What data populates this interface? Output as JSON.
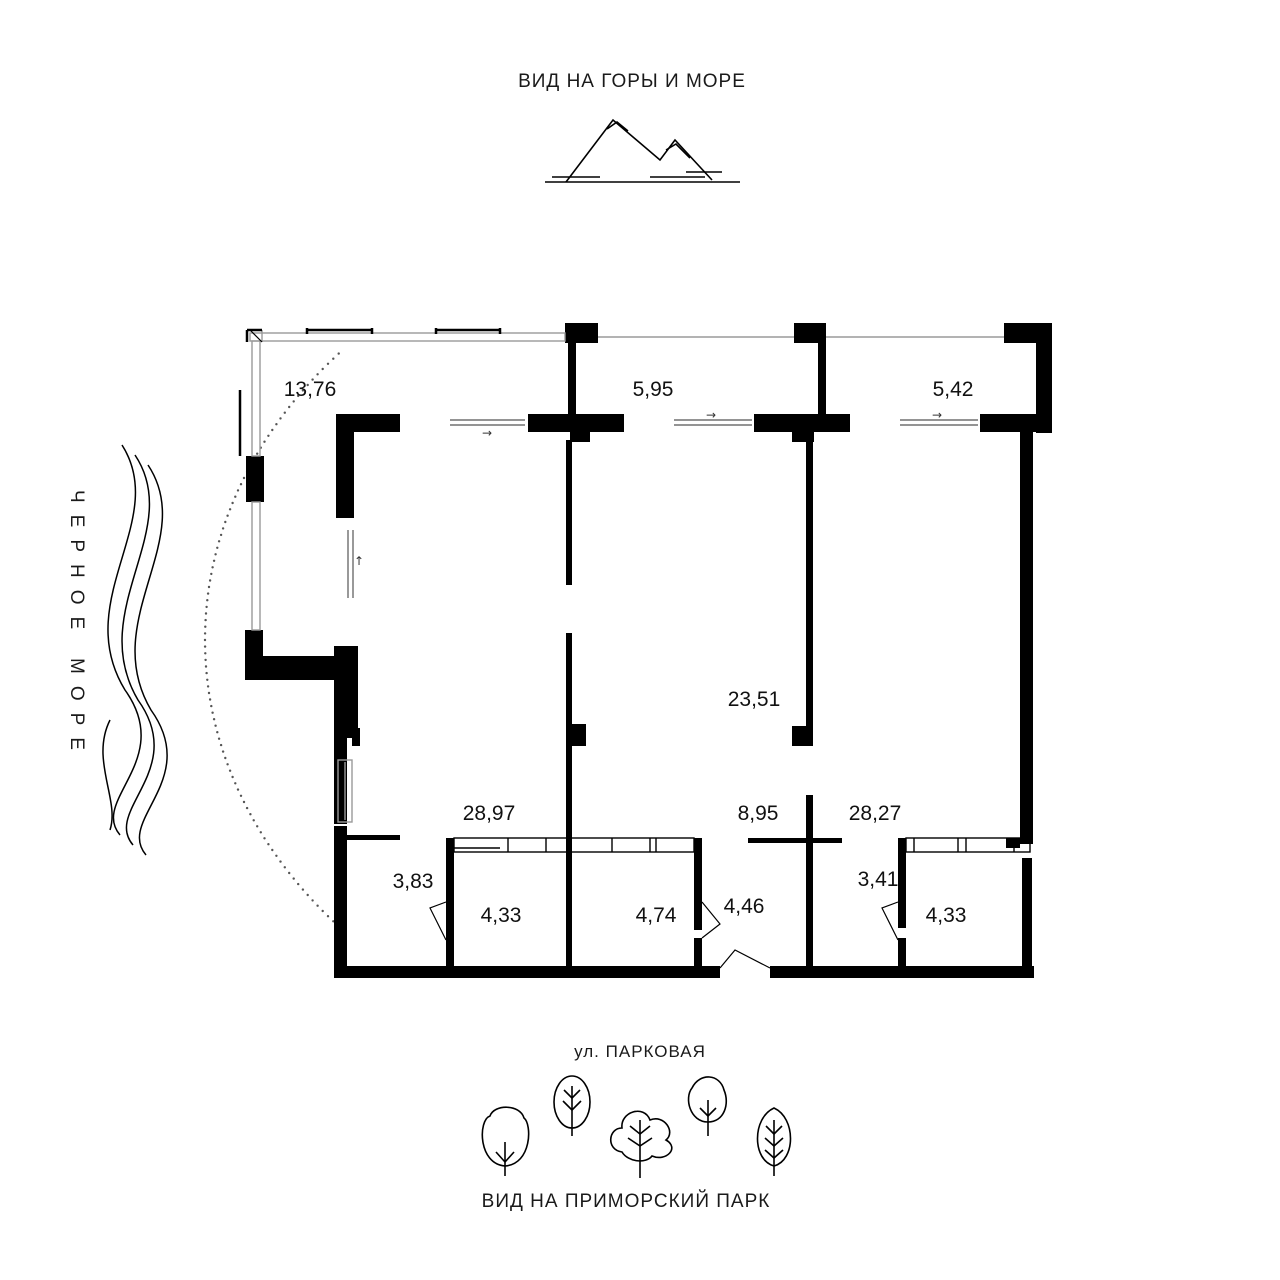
{
  "captions": {
    "top_view": "ВИД НА ГОРЫ И МОРЕ",
    "street": "ул. ПАРКОВАЯ",
    "bottom_view": "ВИД НА ПРИМОРСКИЙ ПАРК",
    "sea_line1": "ЧЕРНОЕ",
    "sea_line2": "МОРЕ"
  },
  "rooms": {
    "terrace_left": "13,76",
    "terrace_mid": "5,95",
    "terrace_right": "5,42",
    "living_right": "23,51",
    "main_left": "28,97",
    "hall": "8,95",
    "main_right": "28,27",
    "corridor_left": "3,83",
    "bath_left": "4,33",
    "bath_mid": "4,74",
    "entry": "4,46",
    "corridor_right": "3,41",
    "bath_right": "4,33"
  },
  "icons": {
    "top": "mountains-icon",
    "left": "waves-icon",
    "bottom": "trees-icon"
  }
}
